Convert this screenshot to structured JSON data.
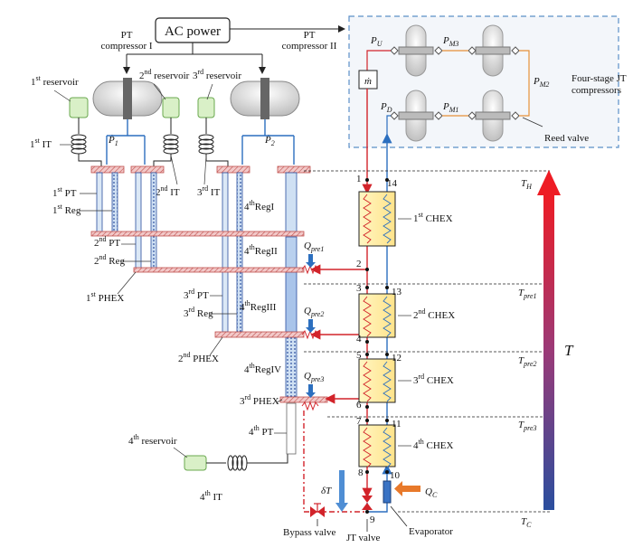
{
  "ac_power": "AC power",
  "pt_comp1": {
    "l1": "PT",
    "l2": "compressor I",
    "p": "P̃",
    "ps": "1"
  },
  "pt_comp2": {
    "l1": "PT",
    "l2": "compressor II",
    "p": "P̃",
    "ps": "2"
  },
  "reservoirs": [
    {
      "n": "1",
      "sup": "st",
      "t": " reservoir"
    },
    {
      "n": "2",
      "sup": "nd",
      "t": " reservoir"
    },
    {
      "n": "3",
      "sup": "rd",
      "t": " reservoir"
    },
    {
      "n": "4",
      "sup": "th",
      "t": " reservoir"
    }
  ],
  "its": [
    {
      "n": "1",
      "sup": "st",
      "t": " IT"
    },
    {
      "n": "2",
      "sup": "nd",
      "t": " IT"
    },
    {
      "n": "3",
      "sup": "rd",
      "t": " IT"
    },
    {
      "n": "4",
      "sup": "th",
      "t": " IT"
    }
  ],
  "pts": [
    {
      "n": "1",
      "sup": "st",
      "t": " PT"
    },
    {
      "n": "2",
      "sup": "nd",
      "t": " PT"
    },
    {
      "n": "3",
      "sup": "rd",
      "t": " PT"
    },
    {
      "n": "4",
      "sup": "th",
      "t": " PT"
    }
  ],
  "regs": [
    {
      "n": "1",
      "sup": "st",
      "t": " Reg"
    },
    {
      "n": "2",
      "sup": "nd",
      "t": " Reg"
    },
    {
      "n": "3",
      "sup": "rd",
      "t": " Reg"
    }
  ],
  "phex": [
    {
      "n": "1",
      "sup": "st",
      "t": " PHEX"
    },
    {
      "n": "2",
      "sup": "nd",
      "t": " PHEX"
    },
    {
      "n": "3",
      "sup": "rd",
      "t": " PHEX"
    }
  ],
  "regs4": [
    {
      "n": "4",
      "sup": "th",
      "t": "RegI"
    },
    {
      "n": "4",
      "sup": "th",
      "t": "RegII"
    },
    {
      "n": "4",
      "sup": "th",
      "t": "RegIII"
    },
    {
      "n": "4",
      "sup": "th",
      "t": "RegIV"
    }
  ],
  "chex": [
    {
      "n": "1",
      "sup": "st",
      "t": " CHEX"
    },
    {
      "n": "2",
      "sup": "nd",
      "t": " CHEX"
    },
    {
      "n": "3",
      "sup": "rd",
      "t": " CHEX"
    },
    {
      "n": "4",
      "sup": "th",
      "t": " CHEX"
    }
  ],
  "qpre": [
    {
      "q": "Q",
      "s": "pre1"
    },
    {
      "q": "Q",
      "s": "pre2"
    },
    {
      "q": "Q",
      "s": "pre3"
    }
  ],
  "temps": [
    {
      "t": "T",
      "s": "H"
    },
    {
      "t": "T",
      "s": "pre1"
    },
    {
      "t": "T",
      "s": "pre2"
    },
    {
      "t": "T",
      "s": "pre3"
    },
    {
      "t": "T",
      "s": "C"
    }
  ],
  "t_axis": "T",
  "jt_box_label": "Four-stage JT\ncompressors",
  "pressures": [
    {
      "p": "P",
      "s": "U"
    },
    {
      "p": "P",
      "s": "M3"
    },
    {
      "p": "P",
      "s": "M2"
    },
    {
      "p": "P",
      "s": "D"
    },
    {
      "p": "P",
      "s": "M1"
    }
  ],
  "mdot": "ṁ",
  "reed_valve": "Reed valve",
  "state_points": [
    "1",
    "2",
    "3",
    "4",
    "5",
    "6",
    "7",
    "8",
    "9",
    "10",
    "11",
    "12",
    "13",
    "14"
  ],
  "delta_t": "δT",
  "qc": {
    "q": "Q",
    "s": "C"
  },
  "bypass_valve": "Bypass valve",
  "jt_valve": "JT valve",
  "evaporator": "Evaporator"
}
